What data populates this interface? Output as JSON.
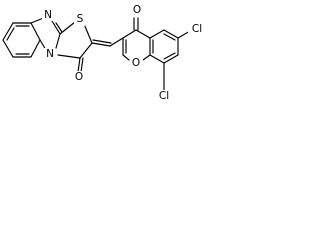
{
  "structure": {
    "atoms": {
      "n_benz": "N",
      "n_bridge": "N",
      "s_thiazole": "S",
      "o_thiazolone": "O",
      "o_chromone_ketone": "O",
      "o_chromone_ring": "O",
      "cl_upper": "Cl",
      "cl_lower": "Cl"
    }
  },
  "colors": {
    "ink": "#000000",
    "background": "#ffffff"
  }
}
